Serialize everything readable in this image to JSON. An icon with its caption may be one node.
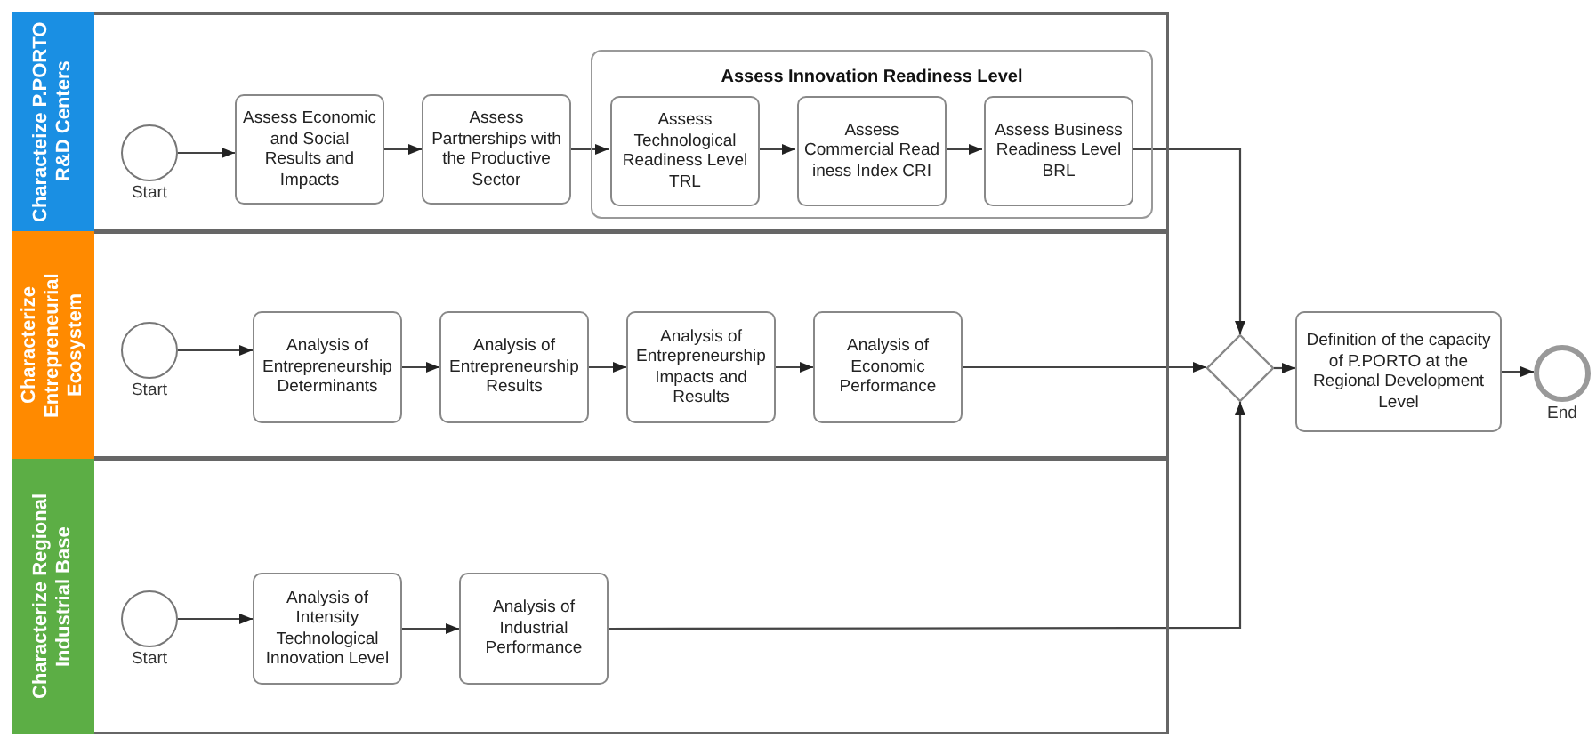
{
  "diagram": {
    "nodes": [
      {
        "text": [
          "Characteize P.PORTO R&D Centers"
        ]
      },
      {
        "text": [],
        "shape": "circle",
        "beside": [
          "Start"
        ],
        "in": 0
      },
      {
        "text": [
          "Assess Economic and Social Results and Impacts"
        ],
        "in": 0
      },
      {
        "text": [
          "Assess Partnerships with the Productive Sector"
        ],
        "in": 0
      },
      {
        "text": [
          "Assess Innovation Readiness Level"
        ],
        "in": 0
      },
      {
        "text": [
          "Assess Technological Readiness Level TRL"
        ],
        "in": 4
      },
      {
        "text": [
          "Assess Commercial Read iness Index CRI"
        ],
        "in": 4
      },
      {
        "text": [
          "Assess Business Readiness Level BRL"
        ],
        "in": 4
      },
      {
        "text": [
          "Characterize Entrepreneurial Ecosystem"
        ]
      },
      {
        "text": [],
        "shape": "circle",
        "beside": [
          "Start"
        ],
        "in": 8
      },
      {
        "text": [
          "Analysis of Entrepreneurship Determinants"
        ],
        "in": 8
      },
      {
        "text": [
          "Analysis of Entrepreneurship Results"
        ],
        "in": 8
      },
      {
        "text": [
          "Analysis of Entrepreneurship Impacts and Results"
        ],
        "in": 8
      },
      {
        "text": [
          "Analysis of Economic Performance"
        ],
        "in": 8
      },
      {
        "text": [
          "Characterize Regional Industrial Base"
        ]
      },
      {
        "text": [],
        "shape": "circle",
        "beside": [
          "Start"
        ],
        "in": 14
      },
      {
        "text": [
          "Analysis of Intensity Technological Innovation Level"
        ],
        "in": 14
      },
      {
        "text": [
          "Analysis of Industrial Performance"
        ],
        "in": 14
      },
      {
        "text": [],
        "shape": "diamond"
      },
      {
        "text": [
          "Definition of the capacity of P.PORTO at the Regional Development Level"
        ]
      },
      {
        "text": [],
        "shape": "circle",
        "beside": [
          "End"
        ]
      }
    ],
    "edges": [
      {
        "from": 1,
        "to": 2,
        "arrow": "to"
      },
      {
        "from": 2,
        "to": 3,
        "arrow": "to"
      },
      {
        "from": 3,
        "to": 5,
        "arrow": "to"
      },
      {
        "from": 5,
        "to": 6,
        "arrow": "to"
      },
      {
        "from": 6,
        "to": 7,
        "arrow": "to"
      },
      {
        "from": 7,
        "to": 18,
        "arrow": "to"
      },
      {
        "from": 9,
        "to": 10,
        "arrow": "to"
      },
      {
        "from": 10,
        "to": 11,
        "arrow": "to"
      },
      {
        "from": 11,
        "to": 12,
        "arrow": "to"
      },
      {
        "from": 12,
        "to": 13,
        "arrow": "to"
      },
      {
        "from": 13,
        "to": 18,
        "arrow": "to"
      },
      {
        "from": 15,
        "to": 16,
        "arrow": "to"
      },
      {
        "from": 16,
        "to": 17,
        "arrow": "to"
      },
      {
        "from": 17,
        "to": 18,
        "arrow": "to"
      },
      {
        "from": 18,
        "to": 19,
        "arrow": "to"
      },
      {
        "from": 19,
        "to": 20,
        "arrow": "to"
      }
    ]
  }
}
